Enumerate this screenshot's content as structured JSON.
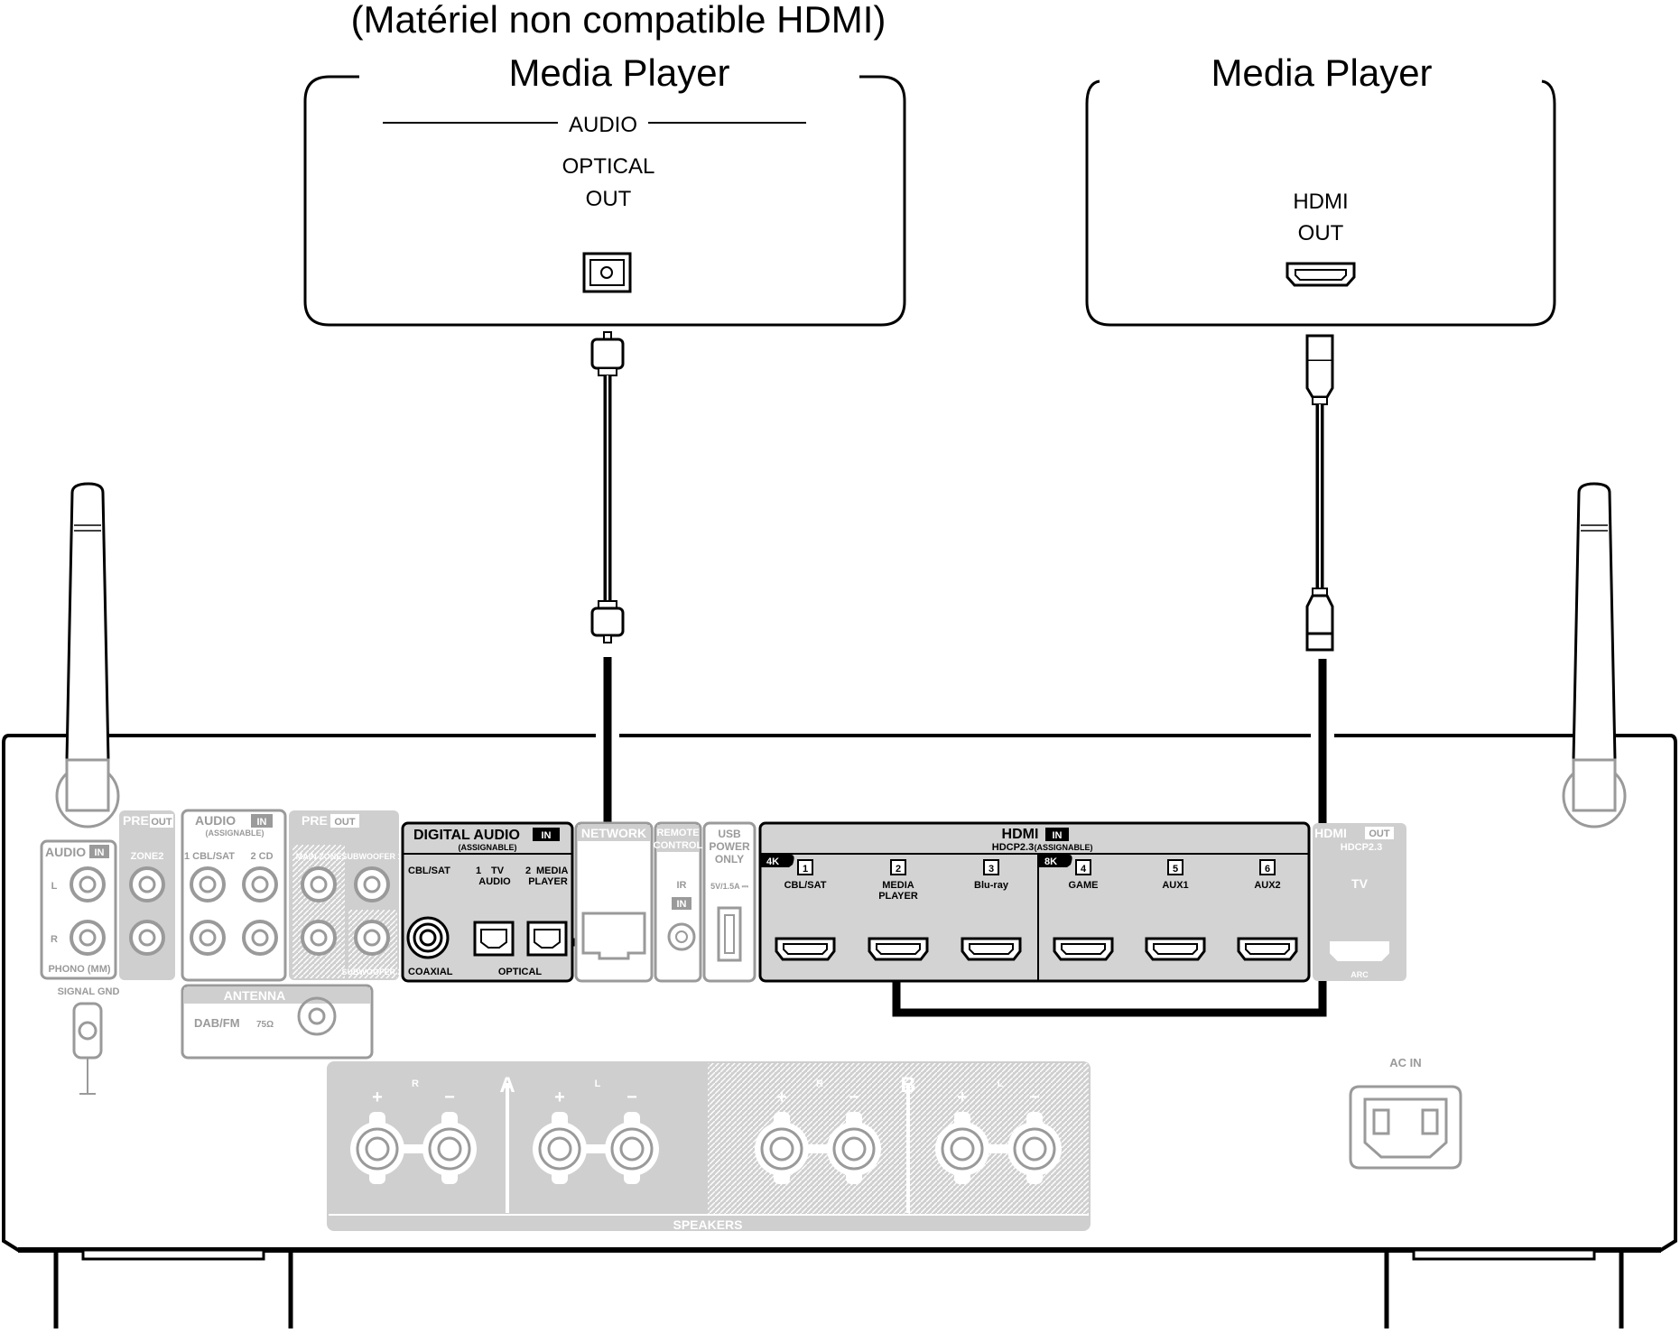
{
  "header_note": "(Matériel non compatible HDMI)",
  "optical_player": {
    "title": "Media Player",
    "section": "AUDIO",
    "port_line1": "OPTICAL",
    "port_line2": "OUT"
  },
  "hdmi_player": {
    "title": "Media Player",
    "port_line1": "HDMI",
    "port_line2": "OUT"
  },
  "receiver": {
    "audio_in": {
      "title": "AUDIO",
      "tag": "IN",
      "l": "L",
      "r": "R",
      "phono": "PHONO (MM)",
      "signal_gnd": "SIGNAL GND"
    },
    "pre_out_zone2": {
      "title": "PRE",
      "tag": "OUT",
      "label": "ZONE2"
    },
    "audio_in_assignable": {
      "title": "AUDIO",
      "tag": "IN",
      "sub": "(ASSIGNABLE)",
      "ch1": "1 CBL/SAT",
      "ch2": "2 CD"
    },
    "pre_out_main": {
      "title": "PRE",
      "tag": "OUT",
      "main_zone": "MAIN ZONE",
      "sub1": "SUBWOOFER 1",
      "sub2": "SUBWOOFER 2"
    },
    "antenna": {
      "title": "ANTENNA",
      "band": "DAB/FM",
      "impedance": "75Ω"
    },
    "digital_audio": {
      "title": "DIGITAL AUDIO",
      "tag": "IN",
      "sub": "(ASSIGNABLE)",
      "cbl_sat": "CBL/SAT",
      "ch1_num": "1",
      "ch1_a": "TV",
      "ch1_b": "AUDIO",
      "ch2_num": "2",
      "ch2_a": "MEDIA",
      "ch2_b": "PLAYER",
      "coaxial": "COAXIAL",
      "optical": "OPTICAL"
    },
    "network": {
      "label": "NETWORK"
    },
    "remote_control": {
      "line1": "REMOTE",
      "line2": "CONTROL",
      "ir": "IR",
      "tag": "IN"
    },
    "usb": {
      "line1": "USB",
      "line2": "POWER",
      "line3": "ONLY",
      "rating": "5V/1.5A ⎓"
    },
    "hdmi_in": {
      "title": "HDMI",
      "tag": "IN",
      "sub_a": "HDCP2.3",
      "sub_b": "(ASSIGNABLE)",
      "badge_4k": "4K",
      "badge_8k": "8K",
      "inputs": [
        {
          "num": "1",
          "line1": "CBL/SAT",
          "line2": ""
        },
        {
          "num": "2",
          "line1": "MEDIA",
          "line2": "PLAYER"
        },
        {
          "num": "3",
          "line1": "Blu-ray",
          "line2": ""
        },
        {
          "num": "4",
          "line1": "GAME",
          "line2": ""
        },
        {
          "num": "5",
          "line1": "AUX1",
          "line2": ""
        },
        {
          "num": "6",
          "line1": "AUX2",
          "line2": ""
        }
      ]
    },
    "hdmi_out": {
      "title": "HDMI",
      "tag": "OUT",
      "sub": "HDCP2.3",
      "label": "TV",
      "arc": "ARC"
    },
    "speakers": {
      "label": "SPEAKERS",
      "zone_a": "A",
      "zone_b": "B",
      "r": "R",
      "l": "L",
      "plus": "+",
      "minus": "−"
    },
    "ac_in": "AC IN"
  },
  "colors": {
    "line": "#000000",
    "inactive": "#9a9a9a",
    "inactive_fill": "#cfcfcf",
    "active_fill": "#d3d3d3"
  }
}
